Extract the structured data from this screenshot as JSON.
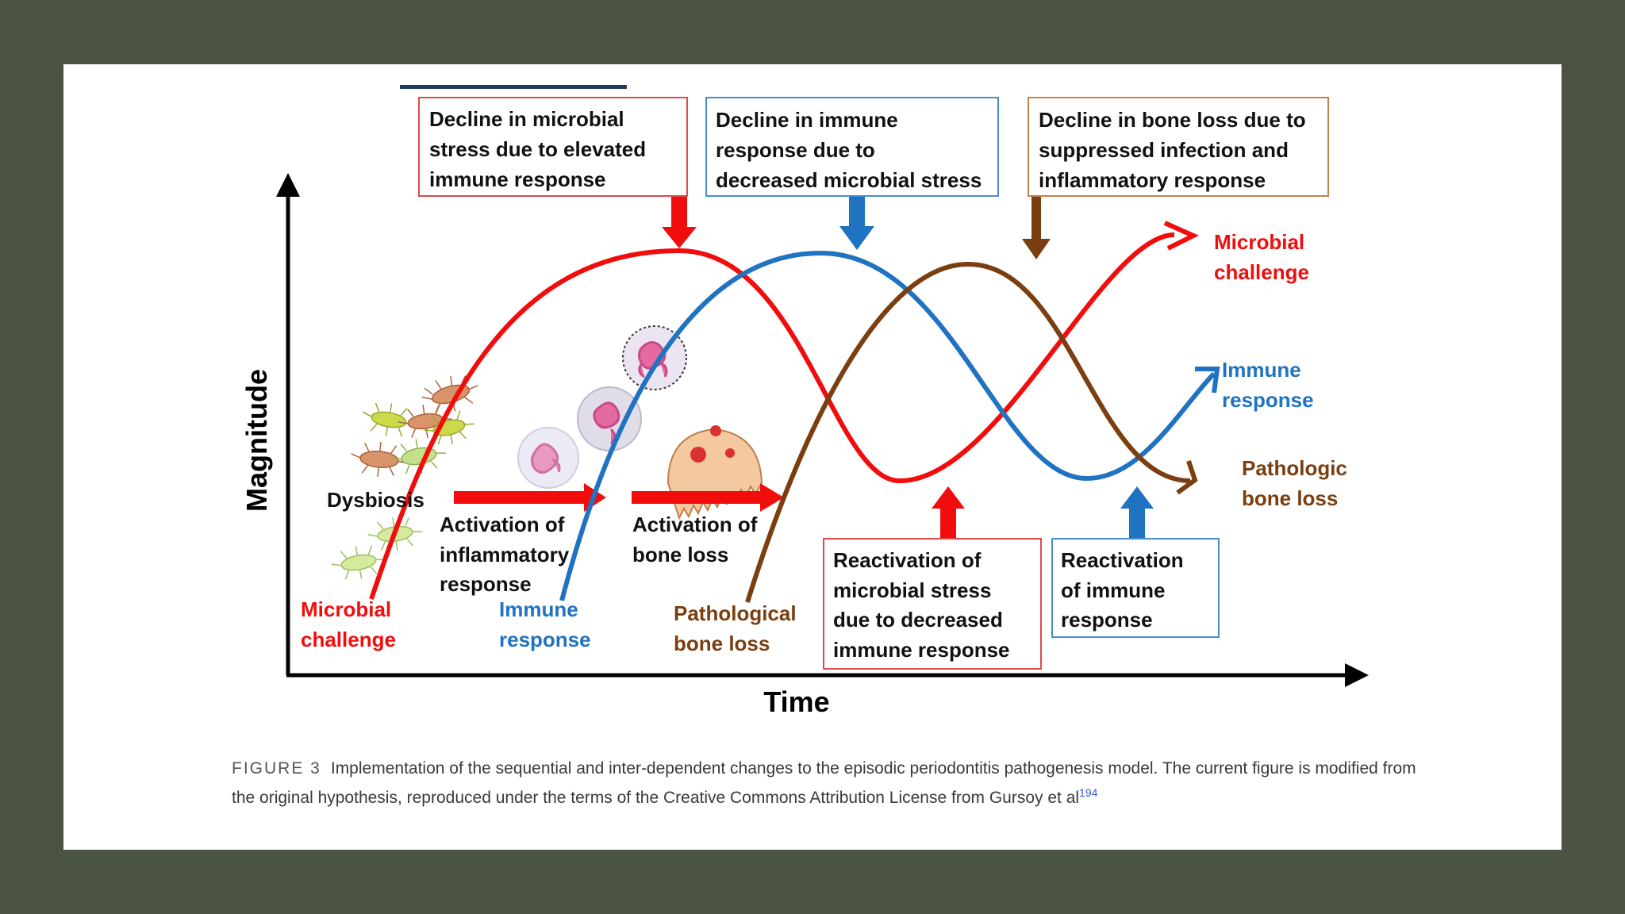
{
  "colors": {
    "microbial": "#f20d0d",
    "immune": "#1f73c1",
    "bone": "#7a3e10",
    "background": "#4b5440",
    "page": "#ffffff",
    "caption_text": "#3a3a3a",
    "reference_link": "#2f56c8"
  },
  "axes": {
    "y_label": "Magnitude",
    "x_label": "Time"
  },
  "boxes": {
    "decline_microbial": [
      "Decline in microbial",
      "stress due to elevated",
      "immune response"
    ],
    "decline_immune": [
      "Decline in immune",
      "response due to",
      "decreased microbial stress"
    ],
    "decline_bone": [
      "Decline in bone loss due to",
      "suppressed infection and",
      "inflammatory response"
    ],
    "reactivation_microbial": [
      "Reactivation of",
      "microbial stress",
      "due to decreased",
      "immune response"
    ],
    "reactivation_immune": [
      "Reactivation",
      "of immune",
      "response"
    ]
  },
  "labels": {
    "dysbiosis": "Dysbiosis",
    "activation_inflammatory": [
      "Activation of",
      "inflammatory",
      "response"
    ],
    "activation_bone": [
      "Activation of",
      "bone loss"
    ],
    "start_microbial": [
      "Microbial",
      "challenge"
    ],
    "start_immune": [
      "Immune",
      "response"
    ],
    "start_bone": [
      "Pathological",
      "bone loss"
    ],
    "end_microbial": [
      "Microbial",
      "challenge"
    ],
    "end_immune": [
      "Immune",
      "response"
    ],
    "end_bone": [
      "Pathologic",
      "bone loss"
    ]
  },
  "caption": {
    "figure_label": "FIGURE 3",
    "text": "Implementation of the sequential and inter-dependent changes to the episodic periodontitis pathogenesis model. The current figure is modified from the original hypothesis, reproduced under the terms of the Creative Commons Attribution License from Gursoy et al",
    "reference": "194"
  }
}
